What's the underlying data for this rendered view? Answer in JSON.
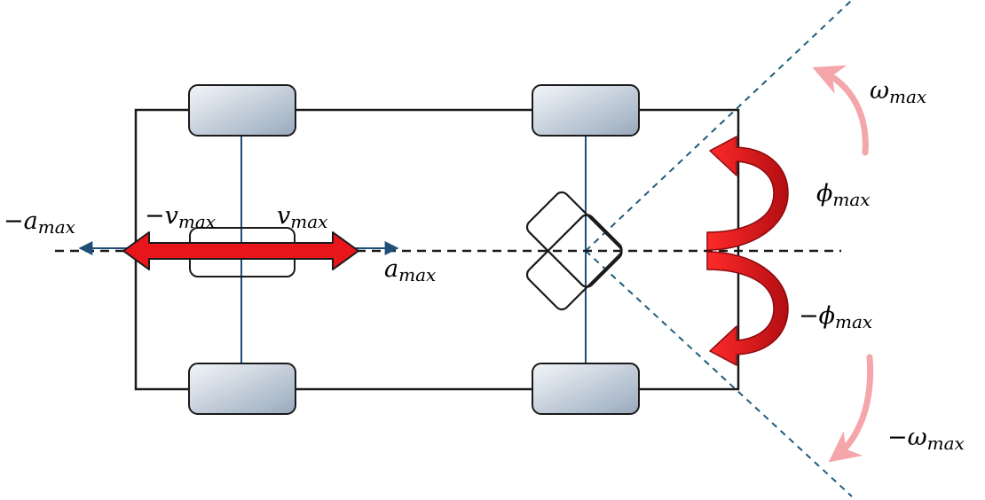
{
  "colors": {
    "body_outline": "#1a1a1a",
    "axle": "#1f4e79",
    "arrow_fill": "#e8161b",
    "arrow_dark": "#b80f14",
    "omega_arrow": "#f4a6aa",
    "wheel_light": "#f1f4f8",
    "wheel_dark": "#9aabbd",
    "dashed_axis": "#1a1a1a",
    "steer_limit_line": "#1f5a7a"
  },
  "labels": {
    "neg_a_max": {
      "symbol": "−a",
      "sub": "max"
    },
    "neg_v_max": {
      "symbol": "−v",
      "sub": "max"
    },
    "v_max": {
      "symbol": "v",
      "sub": "max"
    },
    "a_max": {
      "symbol": "a",
      "sub": "max"
    },
    "omega_max": {
      "symbol": "ω",
      "sub": "max"
    },
    "phi_max": {
      "symbol": "ϕ",
      "sub": "max"
    },
    "neg_phi_max": {
      "symbol": "−ϕ",
      "sub": "max"
    },
    "neg_omega_max": {
      "symbol": "−ω",
      "sub": "max"
    }
  }
}
